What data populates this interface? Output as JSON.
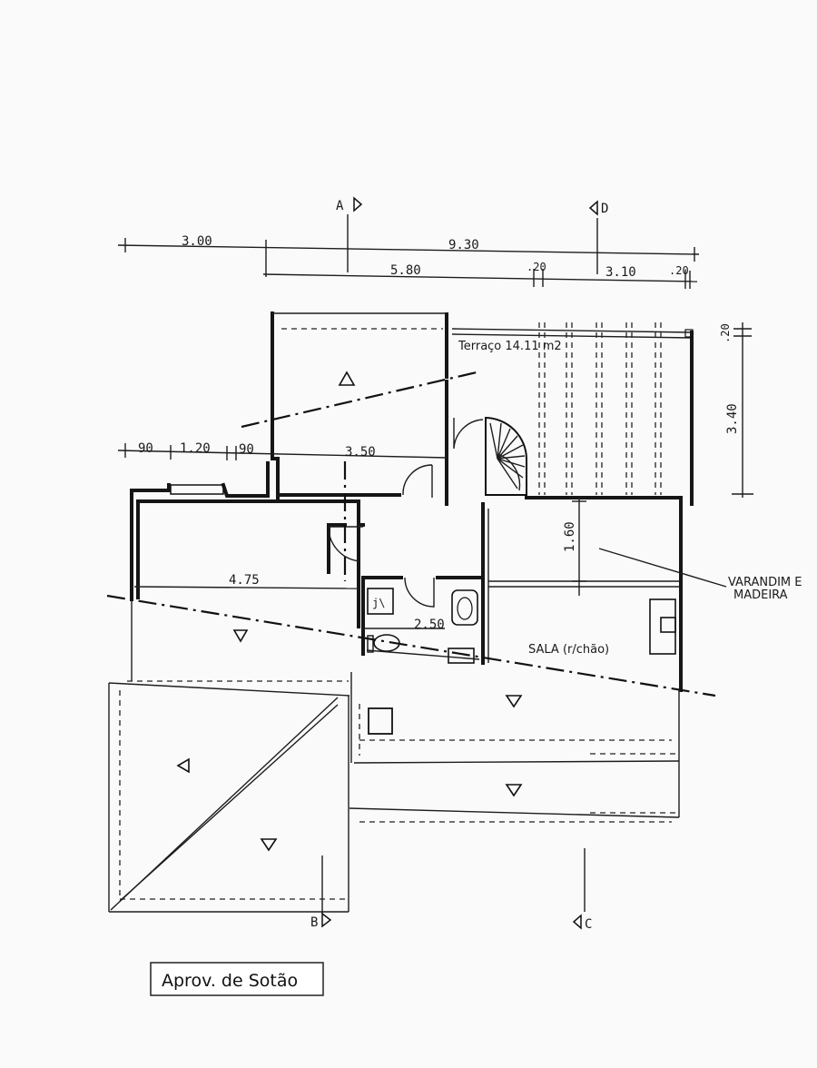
{
  "title": "Aprov. de Sotão",
  "section_markers": {
    "a": "A",
    "b": "B",
    "c": "C",
    "d": "D"
  },
  "dimensions": {
    "top_left": "3.00",
    "top_total": "9.30",
    "top_mid": "5.80",
    "top_sep1": ".20",
    "top_right": "3.10",
    "top_sep2": ".20",
    "right_top": ".20",
    "right_main": "3.40",
    "left_90a": "90",
    "left_120": "1.20",
    "left_90b": "90",
    "mid_350": "3.50",
    "room_475": "4.75",
    "bath_250": "2.50",
    "varandim_160": "1.60"
  },
  "labels": {
    "terraco": "Terraço 14.11 m2",
    "varandim_line1": "VARANDIM E",
    "varandim_line2": "MADEIRA",
    "sala": "SALA (r/chão)"
  }
}
